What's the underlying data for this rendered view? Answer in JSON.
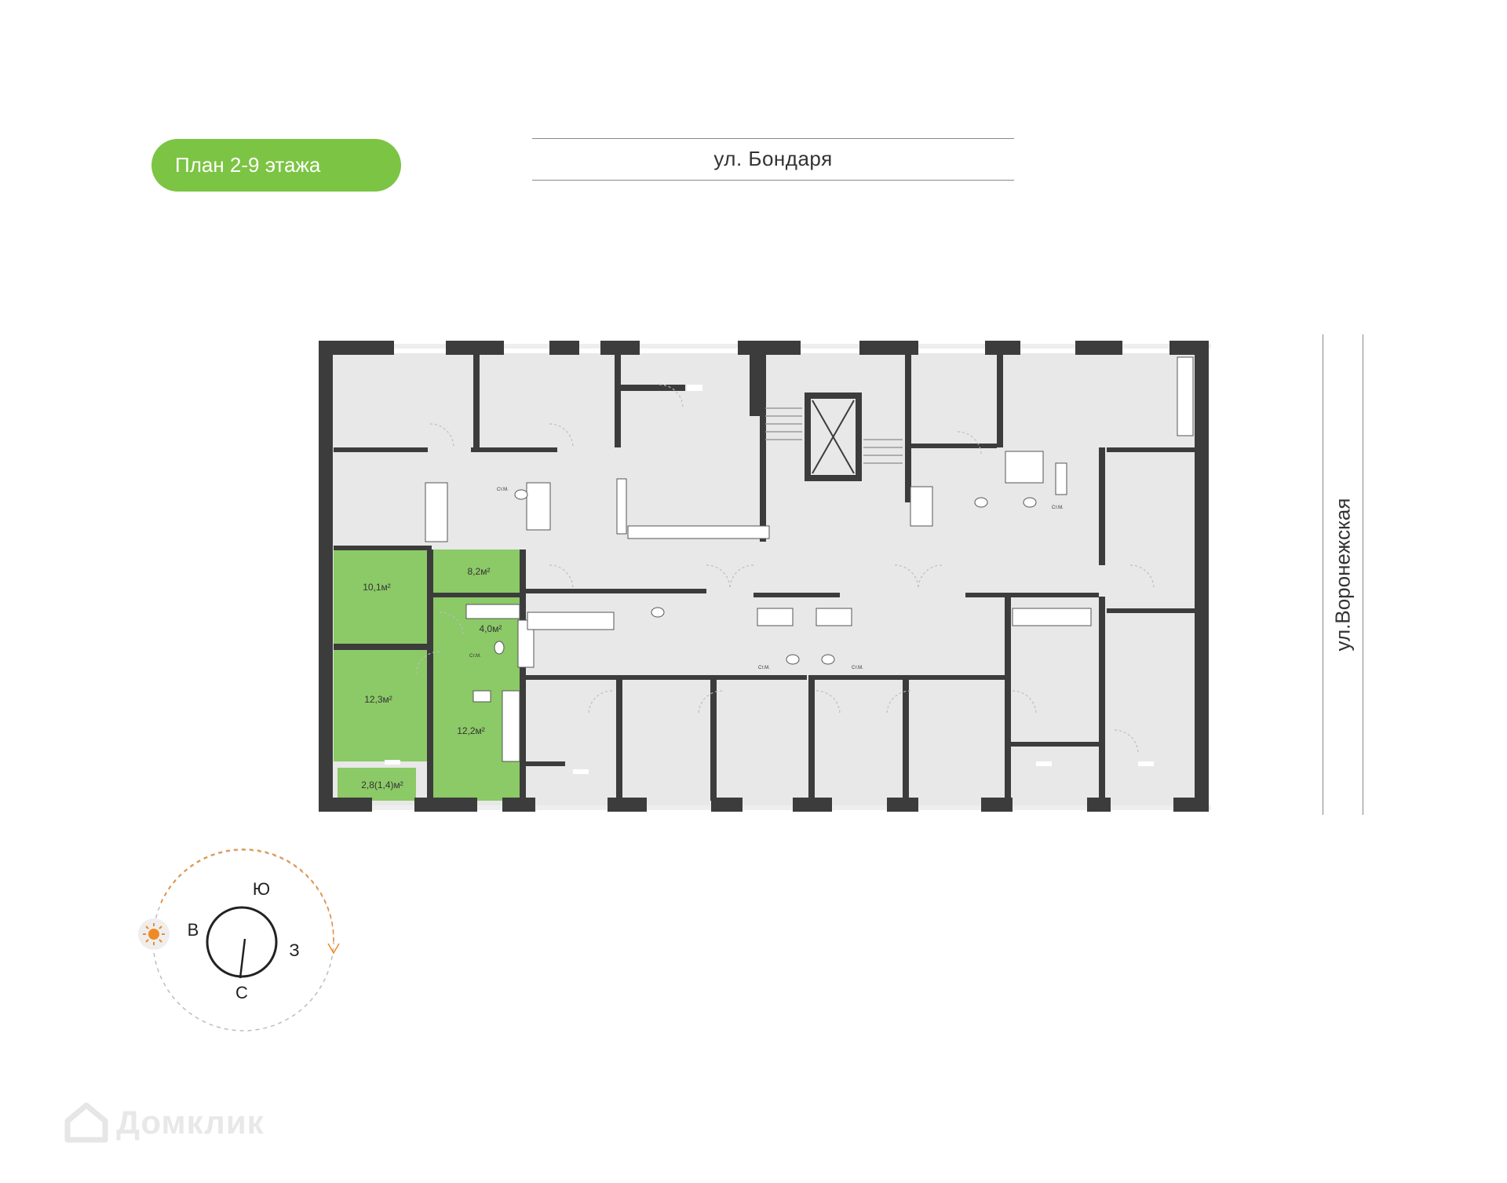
{
  "header": {
    "floor_plan_label": "План 2-9 этажа"
  },
  "streets": {
    "top": "ул. Бондаря",
    "right": "ул.Воронежская"
  },
  "rooms": [
    {
      "area": "10,1м²"
    },
    {
      "area": "8,2м²"
    },
    {
      "area": "4,0м²"
    },
    {
      "area": "12,3м²"
    },
    {
      "area": "12,2м²"
    },
    {
      "area": "2,8(1,4)м²"
    }
  ],
  "fixture_labels": {
    "washer": "Ст.М."
  },
  "compass": {
    "south": "Ю",
    "east": "В",
    "west": "З",
    "north": "С"
  },
  "colors": {
    "highlight": "#8cc967",
    "badge": "#7cc443",
    "wall": "#3c3c3c",
    "floor": "#e8e8e8",
    "sun": "#f08a24"
  },
  "watermark": {
    "brand": "Домклик"
  }
}
